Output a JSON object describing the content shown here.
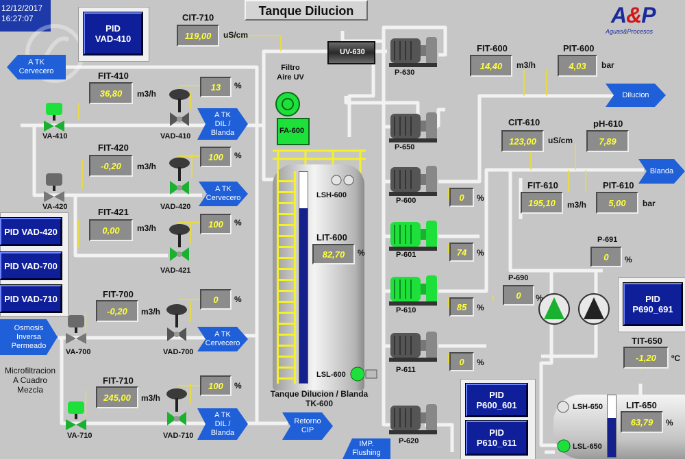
{
  "header": {
    "title": "Tanque Dilucion",
    "date": "12/12/2017",
    "time": "16:27:07"
  },
  "logo": {
    "mark_left": "A",
    "mark_amp": "&",
    "mark_right": "P",
    "subtitle": "Aguas&Procesos"
  },
  "colors": {
    "button_blue": "#0f1f9a",
    "arrow_blue": "#1f5fd8",
    "pump_on": "#1ee03a",
    "pump_off": "#6a6a6a",
    "value_text": "#ffff3a",
    "ladder": "#f4f02a",
    "level_fill": "#14208c"
  },
  "pid_buttons": {
    "vad410": "PID\nVAD-410",
    "vad420": "PID VAD-420",
    "vad700": "PID VAD-700",
    "vad710": "PID VAD-710",
    "p690_691": "PID\nP690_691",
    "p600_601": "PID\nP600_601",
    "p610_611": "PID\nP610_611"
  },
  "arrows": {
    "atk_cervecero_top": "A TK\nCervecero",
    "atk_dil_blanda_410": "A TK\nDIL /\nBlanda",
    "atk_cervecero_420": "A TK\nCervecero",
    "atk_cervecero_700": "A TK\nCervecero",
    "atk_dil_blanda_710": "A TK\nDIL /\nBlanda",
    "osmosis": "Osmosis\nInversa\nPermeado",
    "retorno_cip": "Retorno\nCIP",
    "imp_flushing": "IMP.\nFlushing",
    "dilucion": "Dilucion",
    "blanda": "Blanda"
  },
  "labels": {
    "microfiltracion": "Microfiltracion\nA Cuadro\nMezcla",
    "filtro_aire": "Filtro\nAire UV",
    "fa600": "FA-600",
    "tank": "Tanque Dilucion / Blanda\nTK-600",
    "lsh600": "LSH-600",
    "lsl600": "LSL-600",
    "lsh650": "LSH-650",
    "lsl650": "LSL-650",
    "uv630": "UV-630"
  },
  "instruments": {
    "cit710": {
      "tag": "CIT-710",
      "value": "119,00",
      "unit": "uS/cm"
    },
    "fit410": {
      "tag": "FIT-410",
      "value": "36,80",
      "unit": "m3/h"
    },
    "fit420": {
      "tag": "FIT-420",
      "value": "-0,20",
      "unit": "m3/h"
    },
    "fit421": {
      "tag": "FIT-421",
      "value": "0,00",
      "unit": "m3/h"
    },
    "fit700": {
      "tag": "FIT-700",
      "value": "-0,20",
      "unit": "m3/h"
    },
    "fit710": {
      "tag": "FIT-710",
      "value": "245,00",
      "unit": "m3/h"
    },
    "lit600": {
      "tag": "LIT-600",
      "value": "82,70",
      "unit": "%"
    },
    "fit600": {
      "tag": "FIT-600",
      "value": "14,40",
      "unit": "m3/h"
    },
    "pit600": {
      "tag": "PIT-600",
      "value": "4,03",
      "unit": "bar"
    },
    "cit610": {
      "tag": "CIT-610",
      "value": "123,00",
      "unit": "uS/cm"
    },
    "ph610": {
      "tag": "pH-610",
      "value": "7,89"
    },
    "fit610": {
      "tag": "FIT-610",
      "value": "195,10",
      "unit": "m3/h"
    },
    "pit610": {
      "tag": "PIT-610",
      "value": "5,00",
      "unit": "bar"
    },
    "tit650": {
      "tag": "TIT-650",
      "value": "-1,20",
      "unit": "ºC"
    },
    "lit650": {
      "tag": "LIT-650",
      "value": "63,79",
      "unit": "%"
    }
  },
  "level": {
    "tk600_fraction": 0.827,
    "tk650_fraction": 0.6379
  },
  "valves": {
    "vad410": {
      "tag": "VAD-410",
      "value": "13",
      "unit": "%"
    },
    "vad420": {
      "tag": "VAD-420",
      "value": "100",
      "unit": "%"
    },
    "vad421": {
      "tag": "VAD-421",
      "value": "100",
      "unit": "%"
    },
    "vad700": {
      "tag": "VAD-700",
      "value": "0",
      "unit": "%"
    },
    "vad710": {
      "tag": "VAD-710",
      "value": "100",
      "unit": "%"
    },
    "va410": {
      "tag": "VA-410"
    },
    "va420": {
      "tag": "VA-420"
    },
    "va700": {
      "tag": "VA-700"
    },
    "va710": {
      "tag": "VA-710"
    }
  },
  "pumps": {
    "p630": {
      "tag": "P-630"
    },
    "p650": {
      "tag": "P-650"
    },
    "p600": {
      "tag": "P-600",
      "value": "0",
      "unit": "%"
    },
    "p601": {
      "tag": "P-601",
      "value": "74",
      "unit": "%"
    },
    "p610": {
      "tag": "P-610",
      "value": "85",
      "unit": "%"
    },
    "p611": {
      "tag": "P-611",
      "value": "0",
      "unit": "%"
    },
    "p620": {
      "tag": "P-620"
    },
    "p690": {
      "tag": "P-690",
      "value": "0",
      "unit": "%"
    },
    "p691": {
      "tag": "P-691",
      "value": "0",
      "unit": "%"
    }
  }
}
